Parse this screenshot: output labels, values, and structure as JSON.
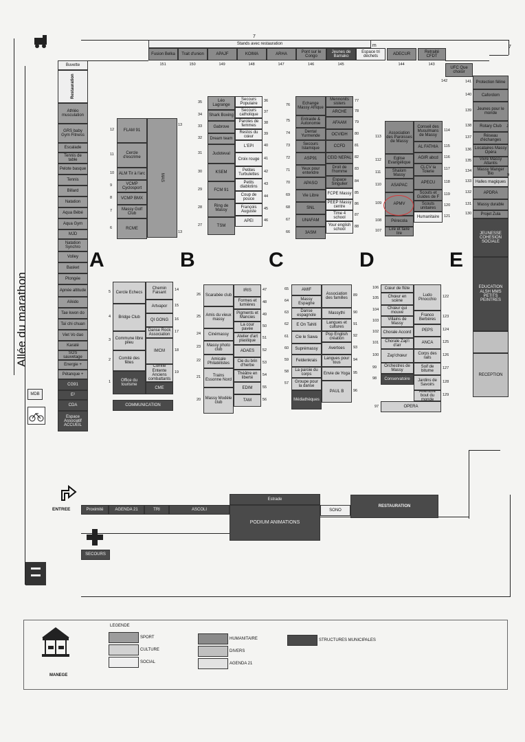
{
  "stands_top": {
    "title": "Stands avec restauration",
    "dim_top": "7",
    "dim_right": "7",
    "dim_3m": "3 m"
  },
  "row_labels": {
    "a": "A",
    "b": "B",
    "c": "C",
    "d": "D",
    "e": "E"
  },
  "road": "Allée du marathon",
  "top": [
    {
      "label": "Fusion Belka",
      "num": "151"
    },
    {
      "label": "Trait d'union",
      "num": "150"
    },
    {
      "label": "APAJF",
      "num": "149"
    },
    {
      "label": "KOIMA",
      "num": "148"
    },
    {
      "label": "ARHA",
      "num": "147"
    },
    {
      "label": "Pont sur le Congo",
      "num": "146"
    },
    {
      "label": "Jeunes de Bamako",
      "num": "145"
    },
    {
      "label": "Espace tri déchets",
      "num": ""
    },
    {
      "label": "ADECUR",
      "num": "144"
    },
    {
      "label": "Retraité CFDT",
      "num": "143"
    },
    {
      "label": "UFC Que choisir",
      "num": "142"
    }
  ],
  "left": [
    {
      "label": "Buvette"
    },
    {
      "label": "Restauration"
    },
    {
      "label": "Athléo musculation"
    },
    {
      "label": "GRS baby Gym Fitness"
    },
    {
      "label": "Escalade"
    },
    {
      "label": "Tennis de table"
    },
    {
      "label": "Pelote basque"
    },
    {
      "label": "Tennis"
    },
    {
      "label": "Billard"
    },
    {
      "label": "Natation"
    },
    {
      "label": "Aqua Bébé"
    },
    {
      "label": "Aqua Gym"
    },
    {
      "label": "MJD"
    },
    {
      "label": "Natation Synchro"
    },
    {
      "label": "Volley"
    },
    {
      "label": "Basket"
    },
    {
      "label": "Plongée"
    },
    {
      "label": "Apnée altitude"
    },
    {
      "label": "Aïkido"
    },
    {
      "label": "Tae kwon do"
    },
    {
      "label": "Taï chi chuan"
    },
    {
      "label": "Viet Vo dao"
    },
    {
      "label": "Karaté"
    },
    {
      "label": "SOS sauvetage"
    },
    {
      "label": "Energie +"
    },
    {
      "label": "Pétanque +"
    },
    {
      "label": "CG91"
    },
    {
      "label": "E²"
    },
    {
      "label": "CDA"
    },
    {
      "label": "Espace Associatif ACCUEIL"
    }
  ],
  "right": [
    {
      "label": "Protection féline",
      "num": "141"
    },
    {
      "label": "Cafordom",
      "num": "140"
    },
    {
      "label": "Jeunes pour le monde",
      "num": "139"
    },
    {
      "label": "Rotary Club",
      "num": "138"
    },
    {
      "label": "Réseau d'échanges",
      "num": "137"
    },
    {
      "label": "Locataires Massy Opéra",
      "num": "136"
    },
    {
      "label": "Vivre Massy Atlantis",
      "num": "135"
    },
    {
      "label": "Massy Manger Bio",
      "num": "134"
    },
    {
      "label": "Halles magiques",
      "num": "133"
    },
    {
      "label": "APDRA",
      "num": "132"
    },
    {
      "label": "Massy durable",
      "num": "131"
    },
    {
      "label": "Projet Zula",
      "num": "130"
    },
    {
      "label": "JEUNESSE COHESION SOCIALE",
      "num": ""
    },
    {
      "label": "EDUCATION ALSH MMS PETITS PEINTRES",
      "num": ""
    },
    {
      "label": "",
      "num": ""
    },
    {
      "label": "RECEPTION",
      "num": ""
    }
  ],
  "side_nums": {
    "r9": "9",
    "rJ": "J"
  },
  "a_top": [
    {
      "label": "FLAM 91",
      "num": "12"
    },
    {
      "label": "Cercle d'escrime",
      "num": "11"
    },
    {
      "label": "ALM Tir à l'arc",
      "num": "10"
    },
    {
      "label": "VCMP Cyclosport",
      "num": "9"
    },
    {
      "label": "VCMP BMX",
      "num": "8"
    },
    {
      "label": "Massy Golf Club",
      "num": "7"
    },
    {
      "label": "RCME",
      "num": "6"
    }
  ],
  "a_top_right": {
    "label": "MAS",
    "num_top": "13",
    "num_bot": "13"
  },
  "a_bot": [
    {
      "label": "Cercle Echecs",
      "num": "5"
    },
    {
      "label": "Bridge Club",
      "num": "4"
    },
    {
      "label": "Commune libre pileu",
      "num": "3"
    },
    {
      "label": "Comité des fêtes",
      "num": "2"
    },
    {
      "label": "Office du tourisme",
      "num": "1"
    }
  ],
  "a_bot_right": [
    {
      "label": "Chemin Faisant",
      "num": "14"
    },
    {
      "label": "Artvapor",
      "num": "15"
    },
    {
      "label": "QI GONG",
      "num": "16"
    },
    {
      "label": "Danse Rock Association",
      "num": "17"
    },
    {
      "label": "IMCM",
      "num": "18"
    },
    {
      "label": "Comité Entente Anciens combattants",
      "num": "19"
    },
    {
      "label": "CME",
      "num": ""
    }
  ],
  "a_comm": "COMMUNICATION",
  "b_top_left": [
    {
      "label": "Léo Lagrange",
      "num": "35"
    },
    {
      "label": "Shark Boxing",
      "num": "34"
    },
    {
      "label": "Gabrove",
      "num": "33"
    },
    {
      "label": "Dream team",
      "num": "32"
    },
    {
      "label": "Judoteval",
      "num": "31"
    },
    {
      "label": "KSEM",
      "num": "30"
    },
    {
      "label": "FCM 91",
      "num": "29"
    },
    {
      "label": "Ring de Massy",
      "num": "28"
    },
    {
      "label": "TSM",
      "num": "27"
    }
  ],
  "b_top_right": [
    {
      "label": "Secours Populaire",
      "num": "36"
    },
    {
      "label": "Secours catholique",
      "num": "37"
    },
    {
      "label": "Paroles de femmes",
      "num": "38"
    },
    {
      "label": "Restos du cœur",
      "num": "39"
    },
    {
      "label": "L'EPI",
      "num": "40"
    },
    {
      "label": "Croix rouge",
      "num": "41"
    },
    {
      "label": "Petites Turbulettes",
      "num": "42"
    },
    {
      "label": "Petits diablotins",
      "num": "43"
    },
    {
      "label": "Coup de pouce",
      "num": "44"
    },
    {
      "label": "François Auguste",
      "num": "45"
    },
    {
      "label": "APEI",
      "num": "46"
    }
  ],
  "b_bot_left": [
    {
      "label": "Scarabée club",
      "num": "26"
    },
    {
      "label": "Amis du vieux massy",
      "num": "25"
    },
    {
      "label": "Cinémassy",
      "num": "24"
    },
    {
      "label": "Massy photo club",
      "num": "23"
    },
    {
      "label": "Amicale Philatélistes",
      "num": "22"
    },
    {
      "label": "Trains Essonne Nord",
      "num": "21"
    },
    {
      "label": "Massy Modèle club",
      "num": "20"
    }
  ],
  "b_bot_right": [
    {
      "label": "IRIS",
      "num": "47"
    },
    {
      "label": "Formes et lumières",
      "num": "48"
    },
    {
      "label": "Pigments et Mancies",
      "num": "49"
    },
    {
      "label": "La cour pavée",
      "num": "50"
    },
    {
      "label": "Atelier d'art plastique",
      "num": "51"
    },
    {
      "label": "ADAES",
      "num": "52"
    },
    {
      "label": "Cie du brin d'herbe",
      "num": "53"
    },
    {
      "label": "Théâtre en liberté",
      "num": "54"
    },
    {
      "label": "EDIM",
      "num": "55"
    },
    {
      "label": "TAM",
      "num": "56"
    }
  ],
  "c_top_left": [
    {
      "label": "Echange Massy Afrique",
      "num": "76"
    },
    {
      "label": "Entraide & Autonomie",
      "num": "75"
    },
    {
      "label": "Dental Yurmende",
      "num": "74"
    },
    {
      "label": "Secours Islamique",
      "num": "73"
    },
    {
      "label": "ASP91",
      "num": "72"
    },
    {
      "label": "Yeux pour entendre",
      "num": "71"
    },
    {
      "label": "APASO",
      "num": "70"
    },
    {
      "label": "Vie Libre",
      "num": "69"
    },
    {
      "label": "SNL",
      "num": "68"
    },
    {
      "label": "UNAFAM",
      "num": "67"
    },
    {
      "label": "3ASM",
      "num": "66"
    }
  ],
  "c_top_right": [
    {
      "label": "Mennonits sisters",
      "num": "77"
    },
    {
      "label": "ARCHE",
      "num": "78"
    },
    {
      "label": "AFAAM",
      "num": "79"
    },
    {
      "label": "OCVIDH",
      "num": "80"
    },
    {
      "label": "CCFD",
      "num": "81"
    },
    {
      "label": "CEID NEPAL",
      "num": "82"
    },
    {
      "label": "Droit de l'homme",
      "num": "83"
    },
    {
      "label": "Espace Singulier",
      "num": "84"
    },
    {
      "label": "FCPE Massy",
      "num": "85"
    },
    {
      "label": "PEEP Massy centre",
      "num": "86"
    },
    {
      "label": "Time 4 school",
      "num": "87"
    },
    {
      "label": "Your english school",
      "num": "88"
    }
  ],
  "c_bot_left": [
    {
      "label": "AMIF",
      "num": "65"
    },
    {
      "label": "Massy Espagne",
      "num": "64"
    },
    {
      "label": "Danse espagnole",
      "num": "63"
    },
    {
      "label": "E On Tahiti",
      "num": "62"
    },
    {
      "label": "Cie le Sawa",
      "num": "61"
    },
    {
      "label": "Suprémassy",
      "num": "60"
    },
    {
      "label": "Feldenkrais",
      "num": "59"
    },
    {
      "label": "La paroie du corps",
      "num": "58"
    },
    {
      "label": "Groupe pour la danse",
      "num": "57"
    },
    {
      "label": "Médiathèques",
      "num": ""
    }
  ],
  "c_bot_right": [
    {
      "label": "Association des familles",
      "num": "89"
    },
    {
      "label": "Massythi",
      "num": "90"
    },
    {
      "label": "Langues et cultures",
      "num": "91"
    },
    {
      "label": "Pop English création",
      "num": "92"
    },
    {
      "label": "Avertoes",
      "num": "93"
    },
    {
      "label": "Langues pour tous",
      "num": "94"
    },
    {
      "label": "Envie de Yoga",
      "num": "95"
    },
    {
      "label": "PAUL B",
      "num": "96"
    }
  ],
  "d_top_left": [
    {
      "label": "Association des Paroisses de Massy",
      "num": "113"
    },
    {
      "label": "Eglise Evangélique",
      "num": "112"
    },
    {
      "label": "Shalom Massy",
      "num": "111"
    },
    {
      "label": "ASAPAC",
      "num": "110"
    },
    {
      "label": "APMV",
      "num": "109"
    },
    {
      "label": "Pérecola",
      "num": "108"
    },
    {
      "label": "Lire et faire lire",
      "num": "107"
    }
  ],
  "d_top_right": [
    {
      "label": "Conseil des Musulmans de Massy",
      "num": "114"
    },
    {
      "label": "AL FATHIA",
      "num": "115"
    },
    {
      "label": "AGIR abcd",
      "num": "116"
    },
    {
      "label": "CLCV la Tolerie",
      "num": "117"
    },
    {
      "label": "APECU",
      "num": "118"
    },
    {
      "label": "Scouts et Guides de F",
      "num": "119"
    },
    {
      "label": "Scouts unitaires",
      "num": "120"
    },
    {
      "label": "Humanitaire",
      "num": "121"
    }
  ],
  "d_bot_left": [
    {
      "label": "Cœur de flûte",
      "num": "106"
    },
    {
      "label": "Chœur en scène",
      "num": "105"
    },
    {
      "label": "Chœur qui mouve",
      "num": "104"
    },
    {
      "label": "Villains de Massy",
      "num": "103"
    },
    {
      "label": "Chorale Accord",
      "num": "102"
    },
    {
      "label": "Chorale Zap'i d'air",
      "num": "101"
    },
    {
      "label": "Zap'chœur",
      "num": "100"
    },
    {
      "label": "Orchestres de Massy",
      "num": "99"
    },
    {
      "label": "Conservatoire",
      "num": "98"
    }
  ],
  "d_bot_right": [
    {
      "label": "Ludo Pinocchio",
      "num": "122"
    },
    {
      "label": "Franco Berbères",
      "num": "123"
    },
    {
      "label": "PEPS",
      "num": "124"
    },
    {
      "label": "ANCA",
      "num": "125"
    },
    {
      "label": "Corps des rails",
      "num": "126"
    },
    {
      "label": "Soif de bitume",
      "num": "127"
    },
    {
      "label": "Jardins de Savoirs",
      "num": "128"
    },
    {
      "label": "Aventure bout du monde",
      "num": "129"
    }
  ],
  "d_opera": {
    "label": "OPERA",
    "num": "97"
  },
  "bottom": {
    "proximite": "Proximité",
    "agenda21": "AGENDA 21",
    "tri": "TRI",
    "ascoli": "ASCOLI",
    "estrade": "Estrade",
    "podium": "PODIUM ANIMATIONS",
    "sono": "SONO",
    "restauration": "RESTAURATION",
    "entree": "ENTREE",
    "secours": "SECOURS",
    "mdb": "MDB"
  },
  "legend": {
    "title": "LEGENDE",
    "sport": "SPORT",
    "culture": "CULTURE",
    "social": "SOCIAL",
    "humanitaire": "HUMANITAIRE",
    "divers": "DIVERS",
    "agenda21": "AGENDA 21",
    "municipales": "STRUCTURES MUNICIPALES",
    "manege": "MANEGE"
  },
  "colors": {
    "sport": "#9c9c9c",
    "culture": "#d2d2d2",
    "social": "#efefef",
    "humanitaire": "#8a8a8a",
    "divers": "#c0c0c0",
    "municipal": "#4a4a4a",
    "agenda21": "#e2e2e2",
    "highlight": "#d63a3a"
  }
}
